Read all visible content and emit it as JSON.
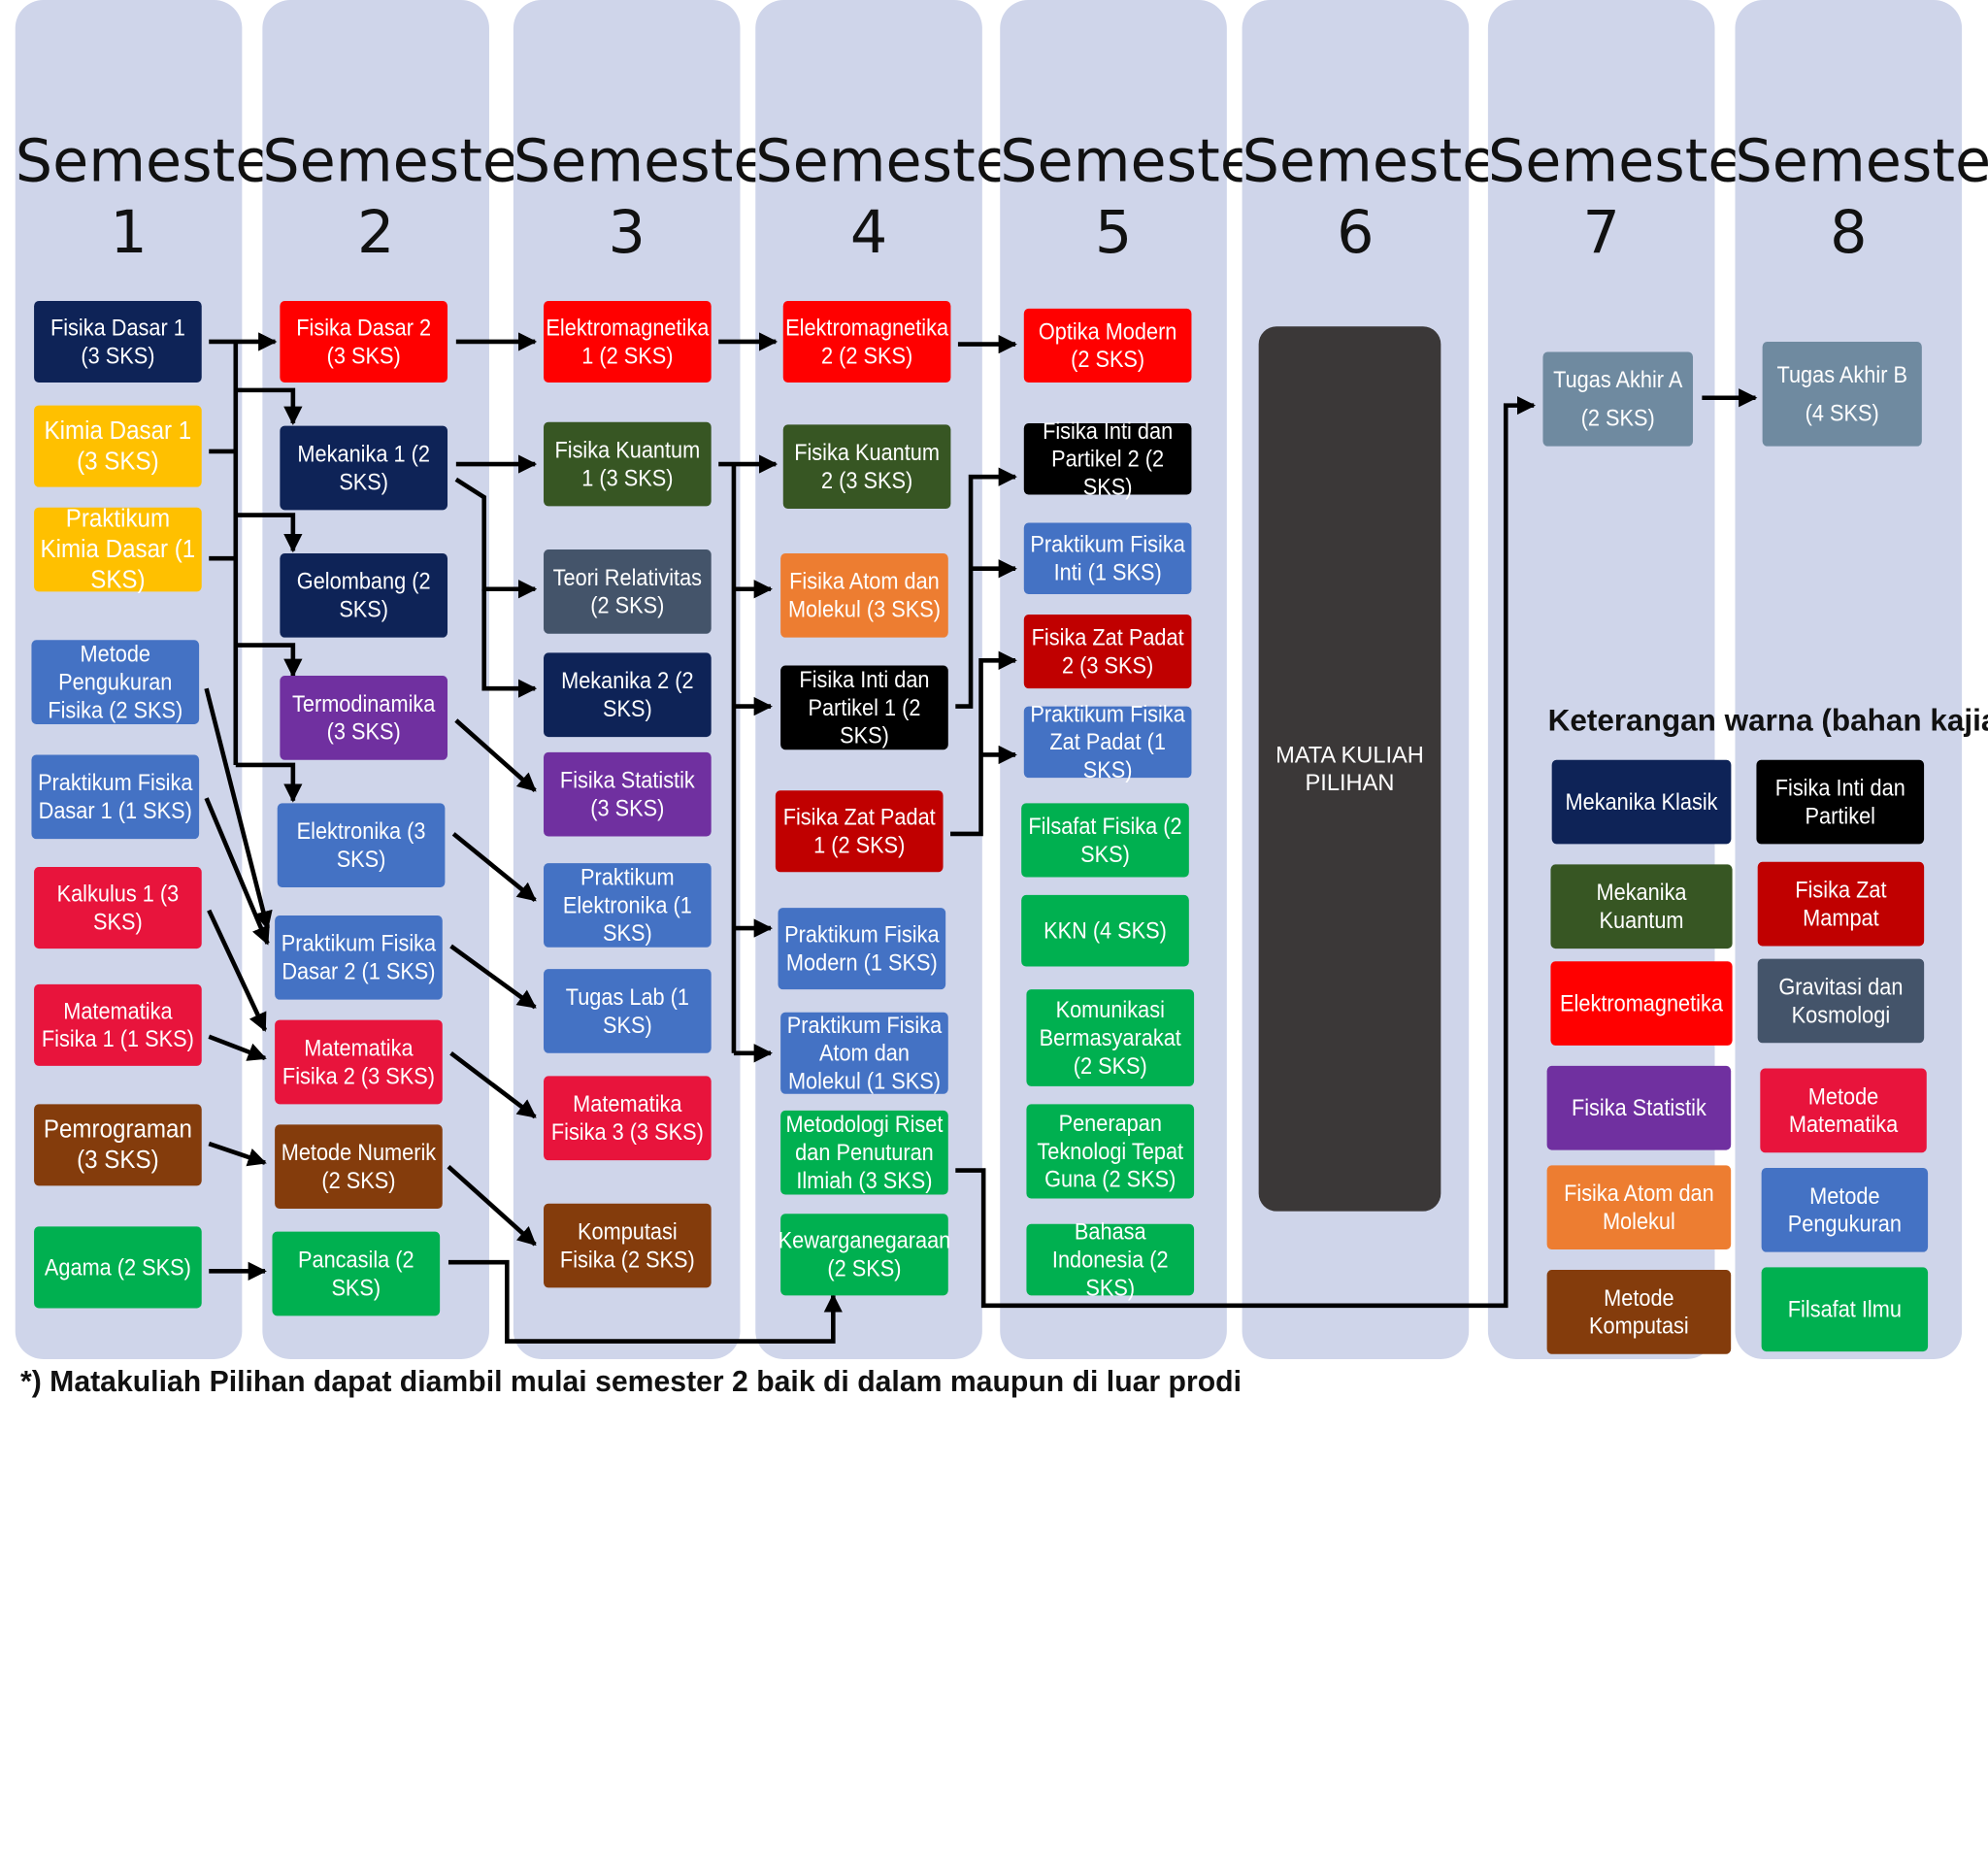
{
  "semesters": [
    {
      "line1": "Semester",
      "line2": "1"
    },
    {
      "line1": "Semester",
      "line2": "2"
    },
    {
      "line1": "Semester",
      "line2": "3"
    },
    {
      "line1": "Semester",
      "line2": "4"
    },
    {
      "line1": "Semester",
      "line2": "5"
    },
    {
      "line1": "Semester",
      "line2": "6"
    },
    {
      "line1": "Semester",
      "line2": "7"
    },
    {
      "line1": "Semester",
      "line2": "8"
    }
  ],
  "colors": {
    "mekanika_klasik": "#0e2357",
    "fisika_inti": "#000000",
    "mekanika_kuantum": "#375623",
    "zat_mampat": "#c00000",
    "elektromagnetika": "#ff0000",
    "gravitasi": "#44546a",
    "statistik": "#7030a0",
    "metode_matematika": "#e8143c",
    "atom_molekul": "#ed7d31",
    "metode_pengukuran": "#4472c4",
    "metode_komputasi": "#843c0c",
    "filsafat": "#00b050",
    "kimia": "#ffc000",
    "tugas_akhir": "#6f8aa0"
  },
  "courses": {
    "fd1": "Fisika Dasar 1 (3 SKS)",
    "kd1": "Kimia Dasar 1 (3 SKS)",
    "pkd": "Praktikum Kimia Dasar (1 SKS)",
    "mpf": "Metode Pengukuran Fisika (2 SKS)",
    "pfd1": "Praktikum Fisika Dasar 1 (1 SKS)",
    "kal1": "Kalkulus 1 (3 SKS)",
    "mf1": "Matematika Fisika 1 (1 SKS)",
    "prog": "Pemrograman (3 SKS)",
    "agama": "Agama (2 SKS)",
    "fd2": "Fisika Dasar 2 (3 SKS)",
    "mek1": "Mekanika 1 (2 SKS)",
    "gel": "Gelombang (2 SKS)",
    "termo": "Termodinamika (3 SKS)",
    "elka": "Elektronika (3 SKS)",
    "pfd2": "Praktikum Fisika Dasar 2 (1 SKS)",
    "mf2": "Matematika Fisika 2 (3 SKS)",
    "metnum": "Metode Numerik (2 SKS)",
    "pancasila": "Pancasila (2 SKS)",
    "em1": "Elektromagnetika 1 (2 SKS)",
    "fk1": "Fisika Kuantum 1 (3 SKS)",
    "relat": "Teori Relativitas (2 SKS)",
    "mek2": "Mekanika 2 (2 SKS)",
    "fstat": "Fisika Statistik (3 SKS)",
    "pelka": "Praktikum Elektronika (1 SKS)",
    "tlab": "Tugas Lab (1 SKS)",
    "mf3": "Matematika Fisika 3 (3 SKS)",
    "komfis": "Komputasi Fisika (2 SKS)",
    "em2": "Elektromagnetika 2 (2 SKS)",
    "fk2": "Fisika Kuantum 2 (3 SKS)",
    "fam": "Fisika Atom dan Molekul (3 SKS)",
    "fip1": "Fisika Inti dan Partikel 1 (2 SKS)",
    "fzp1": "Fisika Zat Padat 1 (2 SKS)",
    "pfm": "Praktikum Fisika Modern (1 SKS)",
    "pfam": "Praktikum Fisika Atom dan Molekul (1 SKS)",
    "mr": "Metodologi Riset dan Penuturan Ilmiah (3 SKS)",
    "kwn": "Kewarganegaraan (2 SKS)",
    "om": "Optika Modern (2 SKS)",
    "fip2": "Fisika Inti dan Partikel 2 (2 SKS)",
    "pfi": "Praktikum Fisika Inti (1 SKS)",
    "fzp2": "Fisika Zat Padat 2 (3 SKS)",
    "pfzp": "Praktikum Fisika Zat Padat (1 SKS)",
    "ff": "Filsafat Fisika (2 SKS)",
    "kkn": "KKN (4 SKS)",
    "kb": "Komunikasi Bermasyarakat (2 SKS)",
    "pttg": "Penerapan Teknologi Tepat Guna (2 SKS)",
    "bi": "Bahasa Indonesia (2 SKS)",
    "ta_a": "Tugas Akhir A (2 SKS)",
    "ta_b": "Tugas Akhir B (4 SKS)"
  },
  "pilihan_label": "MATA KULIAH PILIHAN",
  "legend": {
    "title": "Keterangan warna (bahan kajian)",
    "items": [
      "Mekanika Klasik",
      "Fisika Inti dan Partikel",
      "Mekanika Kuantum",
      "Fisika Zat Mampat",
      "Elektromagnetika",
      "Gravitasi dan Kosmologi",
      "Fisika Statistik",
      "Metode Matematika",
      "Fisika Atom dan Molekul",
      "Metode Pengukuran",
      "Metode Komputasi",
      "Filsafat Ilmu"
    ]
  },
  "footnote": "*) Matakuliah Pilihan dapat diambil mulai semester 2 baik di dalam maupun di luar prodi"
}
